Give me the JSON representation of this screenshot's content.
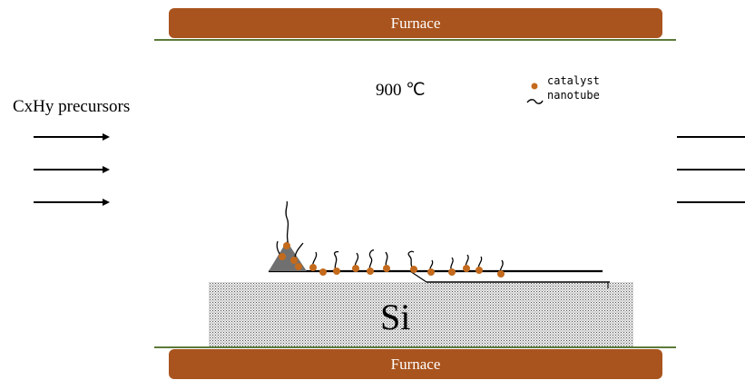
{
  "furnace": {
    "top_label": "Furnace",
    "bottom_label": "Furnace"
  },
  "precursors": {
    "label": "CxHy precursors"
  },
  "temperature": {
    "label": "900 ℃"
  },
  "legend": {
    "catalyst_label": "catalyst",
    "nanotube_label": "nanotube"
  },
  "substrate": {
    "label": "Si"
  },
  "colors": {
    "furnace_fill": "#a9541e",
    "furnace_line": "#5c7a3a",
    "catalyst": "#c46a1c",
    "seed_triangle": "#707070",
    "substrate": "#b0b0b0"
  }
}
